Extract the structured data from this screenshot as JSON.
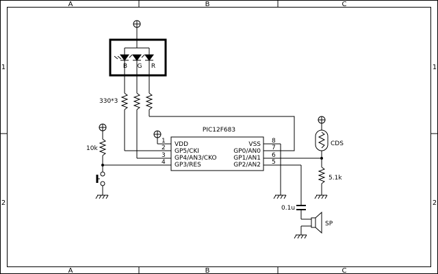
{
  "frame": {
    "columns": [
      "A",
      "B",
      "C"
    ],
    "rows": [
      "1",
      "2"
    ]
  },
  "parts": {
    "led": {
      "pins": [
        "B",
        "G",
        "R"
      ]
    },
    "led_resistors": "330*3",
    "ic": {
      "name": "PIC12F683",
      "left_pins": [
        {
          "num": "1",
          "label": "VDD"
        },
        {
          "num": "2",
          "label": "GP5/CKI"
        },
        {
          "num": "3",
          "label": "GP4/AN3/CKO"
        },
        {
          "num": "4",
          "label": "GP3/RES"
        }
      ],
      "right_pins": [
        {
          "num": "8",
          "label": "VSS"
        },
        {
          "num": "7",
          "label": "GP0/AN0"
        },
        {
          "num": "6",
          "label": "GP1/AN1"
        },
        {
          "num": "5",
          "label": "GP2/AN2"
        }
      ]
    },
    "pullup_resistor": "10k",
    "cds": "CDS",
    "cds_resistor": "5.1k",
    "capacitor": "0.1u",
    "speaker": "SP"
  },
  "colors": {
    "ink": "#000000",
    "background": "#ffffff"
  }
}
